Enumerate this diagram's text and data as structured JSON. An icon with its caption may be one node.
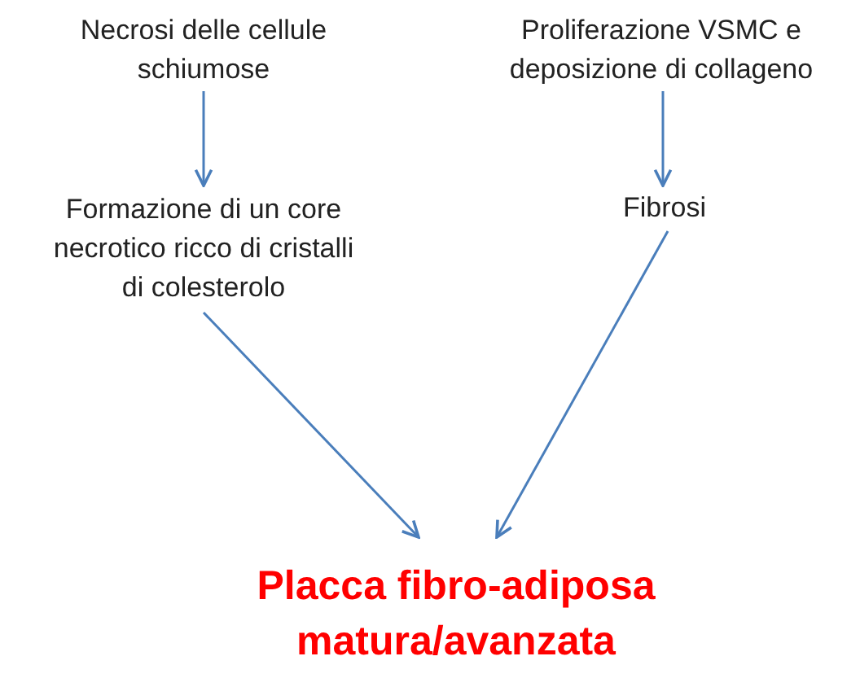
{
  "diagram": {
    "nodes": [
      {
        "text": [
          "Necrosi delle cellule schiumose"
        ]
      },
      {
        "text": [
          "Proliferazione VSMC e deposizione di collageno"
        ]
      },
      {
        "text": [
          "Formazione di un core necrotico ricco di cristalli di colesterolo"
        ]
      },
      {
        "text": [
          "Fibrosi"
        ]
      },
      {
        "text": [
          "Placca fibro-adiposa matura/avanzata"
        ]
      }
    ],
    "edges": [
      {
        "from": 0,
        "to": 2,
        "arrow": "to"
      },
      {
        "from": 1,
        "to": 3,
        "arrow": "to"
      },
      {
        "from": 2,
        "to": 4,
        "arrow": "to"
      },
      {
        "from": 3,
        "to": 4,
        "arrow": "to"
      }
    ]
  }
}
